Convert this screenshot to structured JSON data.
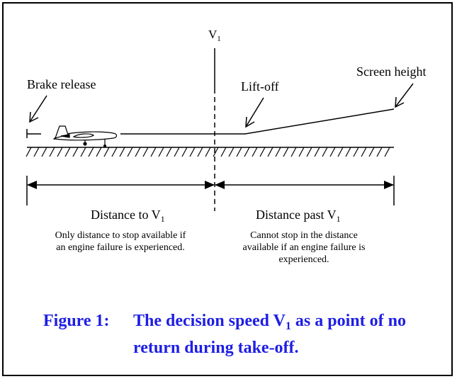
{
  "labels": {
    "v1_top": "V",
    "v1_top_sub": "1",
    "brake_release": "Brake release",
    "lift_off": "Lift-off",
    "screen_height": "Screen height",
    "distance_to": "Distance to V",
    "distance_to_sub": "1",
    "distance_past": "Distance past V",
    "distance_past_sub": "1",
    "note_left_1": "Only distance to stop available if",
    "note_left_2": "an engine failure is experienced.",
    "note_right_1": "Cannot stop in the distance",
    "note_right_2": "available if an engine failure is",
    "note_right_3": "experienced."
  },
  "caption": {
    "label": "Figure 1:",
    "text_pre": "The decision speed V",
    "text_sub": "1",
    "text_post": " as a point of no return during take-off."
  },
  "colors": {
    "caption": "#1e1ee6",
    "lines": "#000000"
  }
}
